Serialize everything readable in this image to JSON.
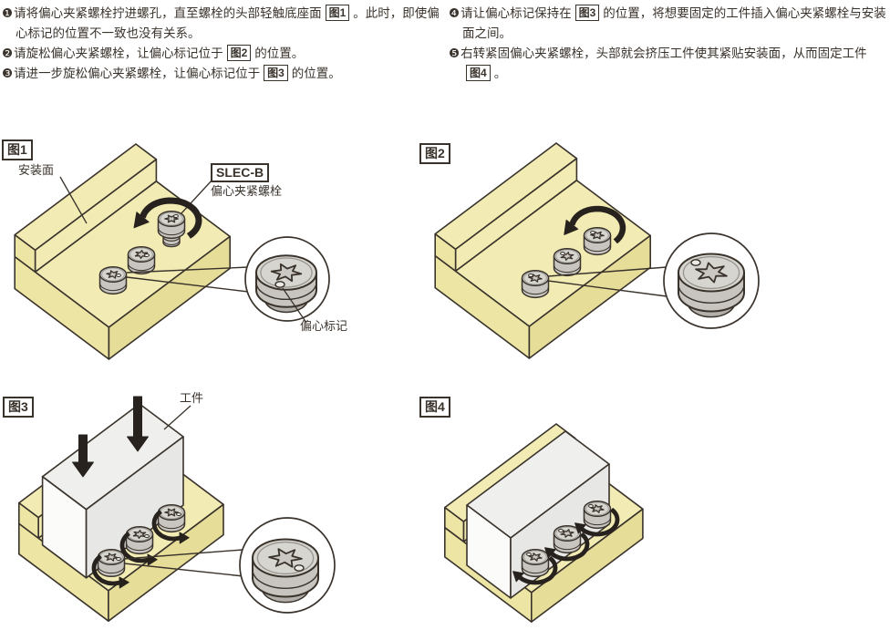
{
  "colors": {
    "ink": "#3a332c",
    "background": "#ffffff",
    "block_top": "#f2ecb4",
    "block_left": "#ece5a4",
    "block_front": "#e6de98",
    "bolt_top": "#d7d5d0",
    "bolt_side": "#c8c5c0",
    "bolt_recess": "#cbc8c3",
    "bolt_thread": "#b3b0ab",
    "workpiece_top": "#efefed",
    "workpiece_front": "#fbfbfa",
    "workpiece_side": "#e7e7e5",
    "arrow": "#27221d",
    "mark": "#edebe7"
  },
  "instructions": {
    "left": [
      {
        "bullet": "❶",
        "pre": "请将偏心夹紧螺栓拧进螺孔，直至螺栓的头部轻触底座面",
        "ref": "图1",
        "post": "。此时，即使偏心标记的位置不一致也没有关系。"
      },
      {
        "bullet": "❷",
        "pre": "请旋松偏心夹紧螺栓，让偏心标记位于",
        "ref": "图2",
        "post": "的位置。"
      },
      {
        "bullet": "❸",
        "pre": "请进一步旋松偏心夹紧螺栓，让偏心标记位于",
        "ref": "图3",
        "post": "的位置。"
      }
    ],
    "right": [
      {
        "bullet": "❹",
        "pre": "请让偏心标记保持在",
        "ref": "图3",
        "post": "的位置，将想要固定的工件插入偏心夹紧螺栓与安装面之间。"
      },
      {
        "bullet": "❺",
        "pre": "右转紧固偏心夹紧螺栓，头部就会挤压工件使其紧贴安装面，从而固定工件",
        "ref": "图4",
        "post": "。"
      }
    ]
  },
  "figures": {
    "fig1": {
      "title": "图1",
      "labels": {
        "mounting_surface": "安装面",
        "part_code": "SLEC-B",
        "part_name": "偏心夹紧螺栓",
        "eccentric_mark": "偏心标记"
      }
    },
    "fig2": {
      "title": "图2"
    },
    "fig3": {
      "title": "图3",
      "labels": {
        "workpiece": "工件"
      }
    },
    "fig4": {
      "title": "图4"
    }
  }
}
